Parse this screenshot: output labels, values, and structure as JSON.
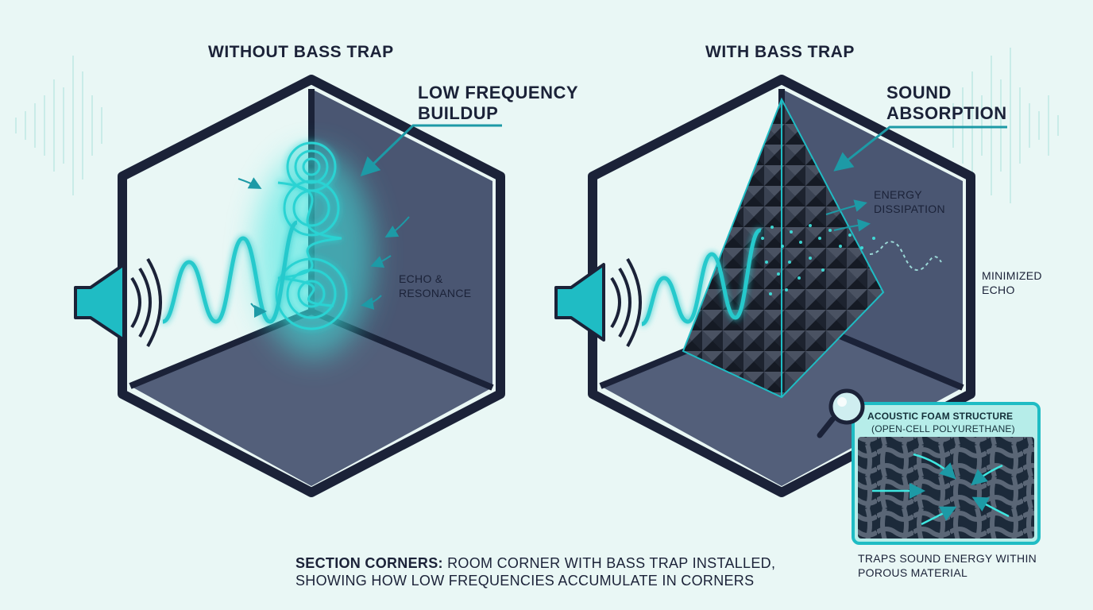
{
  "left_panel": {
    "title": "WITHOUT BASS TRAP",
    "callout_line1": "LOW FREQUENCY",
    "callout_line2": "BUILDUP",
    "echo_line1": "ECHO &",
    "echo_line2": "RESONANCE"
  },
  "right_panel": {
    "title": "WITH BASS TRAP",
    "callout_line1": "SOUND",
    "callout_line2": "ABSORPTION",
    "energy_line1": "ENERGY",
    "energy_line2": "DISSIPATION",
    "echo_line1": "MINIMIZED",
    "echo_line2": "ECHO"
  },
  "foam_inset": {
    "title": "ACOUSTIC FOAM STRUCTURE",
    "subtitle": "(OPEN-CELL POLYURETHANE)",
    "note_line1": "TRAPS SOUND ENERGY WITHIN",
    "note_line2": "POROUS MATERIAL"
  },
  "caption": {
    "bold_part": "SECTION CORNERS:",
    "line1_rest": " ROOM CORNER WITH BASS TRAP INSTALLED,",
    "line2": "SHOWING HOW LOW FREQUENCIES ACCUMULATE IN CORNERS"
  },
  "colors": {
    "room_frame": "#1b2238",
    "room_wall": "#4a5672",
    "room_floor": "#535f7a",
    "accent_teal": "#1fbcc4",
    "glow": "#3fe6e0",
    "background": "#e9f7f5"
  },
  "icons": [
    "speaker-icon",
    "magnifier-icon"
  ]
}
